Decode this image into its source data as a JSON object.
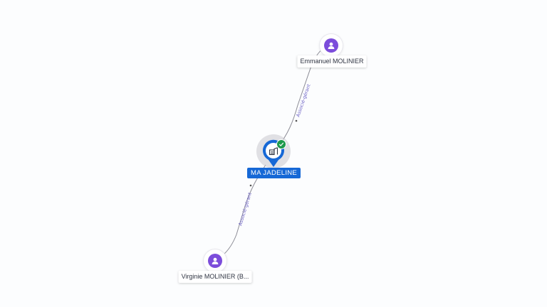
{
  "company": {
    "name": "MA JADELINE",
    "icon": "building-icon",
    "status_icon": "check-icon",
    "colors": {
      "pin": "#1668d6",
      "badge": "#1e9a4c"
    }
  },
  "persons": [
    {
      "name": "Emmanuel MOLINIER",
      "icon": "person-icon"
    },
    {
      "name": "Virginie MOLINIER (B...",
      "icon": "person-icon"
    }
  ],
  "edges": [
    {
      "from": "company",
      "to": "persons.0",
      "label": "Associé-gérant"
    },
    {
      "from": "company",
      "to": "persons.1",
      "label": "Associé-gérant"
    }
  ],
  "colors": {
    "person": "#7c4ddb",
    "edge_label": "#6e63c6",
    "edge": "#8c8c96"
  }
}
